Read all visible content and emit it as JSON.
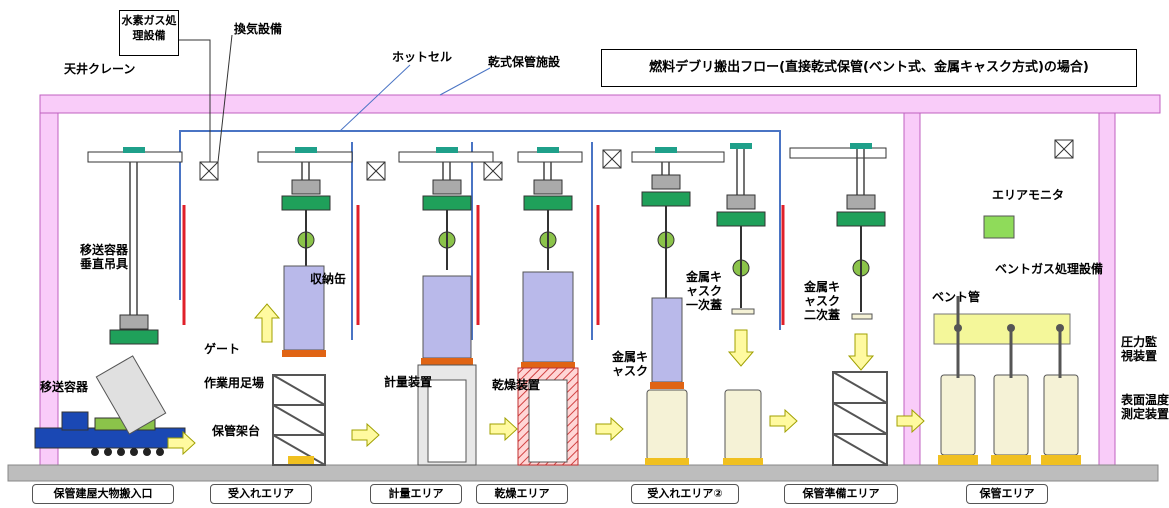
{
  "title": "燃料デブリ搬出フロー(直接乾式保管(ベント式、金属キャスク方式)の場合)",
  "labels": {
    "hydrogen_gas": "水素ガス処理設備",
    "ventilation": "換気設備",
    "hot_cell": "ホットセル",
    "dry_storage": "乾式保管施設",
    "crane": "天井クレーン",
    "hanger": "移送容器垂直吊具",
    "transfer_container": "移送容器",
    "gate": "ゲート",
    "canister": "収納缶",
    "scaffold": "作業用足場",
    "storage_rack": "保管架台",
    "measuring_device": "計量装置",
    "drying_device": "乾燥装置",
    "metal_cask": "金属キャスク",
    "primary_lid": "金属キャスク一次蓋",
    "secondary_lid": "金属キャスク二次蓋",
    "area_monitor": "エリアモニタ",
    "vent_pipe": "ベント管",
    "vent_gas": "ベントガス処理設備",
    "pressure_monitor": "圧力監視装置",
    "surface_temp": "表面温度測定装置"
  },
  "areas": [
    "保管建屋大物搬入口",
    "受入れエリア",
    "計量エリア",
    "乾燥エリア",
    "受入れエリア②",
    "保管準備エリア",
    "保管エリア"
  ],
  "colors": {
    "building": "#f9ccf9",
    "building_edge": "#c060c0",
    "hot_cell_line": "#4a74c4",
    "gate": "#e0202a",
    "canister": "#b9b9ea",
    "cask": "#f5f2d6",
    "arrow": "#fffaa0",
    "vent_gas": "#f4f79a",
    "monitor": "#8fdb5a",
    "floor": "#bdbdbd",
    "hoist": "#1fa05a",
    "orange": "#e06414"
  }
}
